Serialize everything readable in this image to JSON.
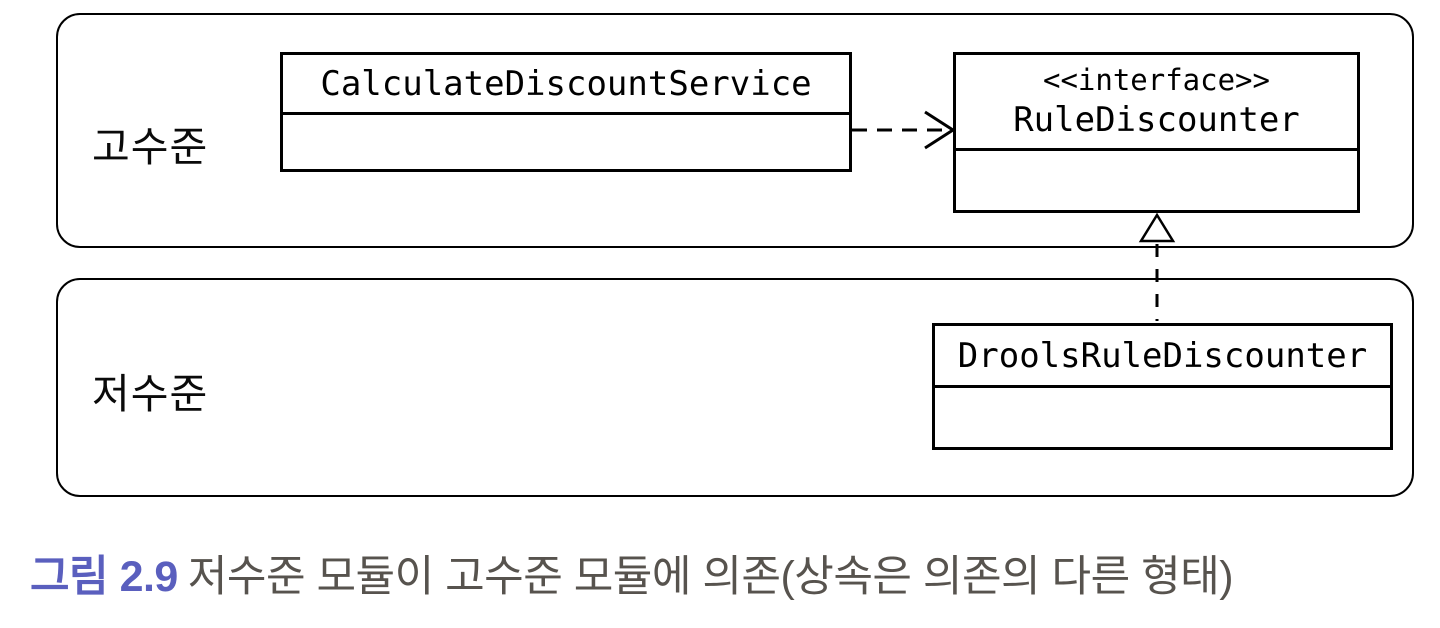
{
  "diagram": {
    "high_layer": {
      "label": "고수준",
      "class_box": {
        "name": "CalculateDiscountService",
        "compartments": 2
      },
      "interface_box": {
        "stereotype": "<<interface>>",
        "name": "RuleDiscounter",
        "compartments": 2
      }
    },
    "low_layer": {
      "label": "저수준",
      "class_box": {
        "name": "DroolsRuleDiscounter",
        "compartments": 2
      }
    },
    "relations": [
      {
        "type": "dependency",
        "from": "CalculateDiscountService",
        "to": "RuleDiscounter",
        "line_style": "dashed",
        "arrowhead": "open"
      },
      {
        "type": "realization",
        "from": "DroolsRuleDiscounter",
        "to": "RuleDiscounter",
        "line_style": "dashed",
        "arrowhead": "hollow-triangle"
      }
    ]
  },
  "caption": {
    "figure_label": "그림 2.9",
    "text": "저수준 모듈이 고수준 모듈에 의존(상속은 의존의 다른 형태)"
  },
  "colors": {
    "line": "#000000",
    "background": "#ffffff",
    "caption_label": "#5a5fbe",
    "caption_text": "#57534e"
  }
}
